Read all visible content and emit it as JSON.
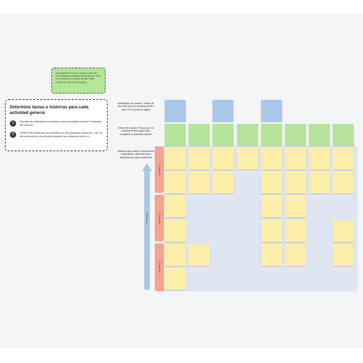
{
  "info_note": {
    "text": "Esta plantilla se usa en conjunto with User Story Mapping, averigüe la principal de cómo y su mejora en el trabajo de sitio Visitar Lucidchart User Story Mapping."
  },
  "instructions": {
    "title": "Determine tareas e historias para cada actividad general",
    "steps": [
      {
        "num": "1",
        "text": "Escriba las actividades centrales y las principales tareas e historias del usuario."
      },
      {
        "num": "2",
        "text": "Ordene las historias por prioridad en las próximas versiones. Use la herramienta de pluma para separar las versiones entre sí."
      }
    ]
  },
  "row_labels": {
    "activities": "Actividades del usuario: Tareas de alto nivel que los usuarios pueden hacer en el producto digital",
    "tasks": "Tareas del usuario: Pasos que los usuarios deben seguir para completar la actividad anterior",
    "stories": "Historias del usuario: Interacciones específicas y discretas para completar los pasos anteriores"
  },
  "releases": [
    "Versión 1",
    "Versión 2",
    "Versión 3"
  ],
  "priority_label": "Prioridad",
  "colors": {
    "activity": "#a9c8ea",
    "task": "#b5e59a",
    "story": "#fdefa8",
    "release": "#f4a58e",
    "board": "#dfe6f1"
  },
  "grid": {
    "activity_columns": [
      1,
      3,
      5
    ],
    "task_columns": [
      1,
      2,
      3,
      4,
      5,
      6,
      7,
      8
    ],
    "story_cells": [
      [
        1,
        1
      ],
      [
        2,
        1
      ],
      [
        3,
        1
      ],
      [
        4,
        1
      ],
      [
        5,
        1
      ],
      [
        6,
        1
      ],
      [
        7,
        1
      ],
      [
        8,
        1
      ],
      [
        1,
        2
      ],
      [
        2,
        2
      ],
      [
        3,
        2
      ],
      [
        5,
        2
      ],
      [
        6,
        2
      ],
      [
        7,
        2
      ],
      [
        8,
        2
      ],
      [
        1,
        3
      ],
      [
        5,
        3
      ],
      [
        6,
        3
      ],
      [
        1,
        4
      ],
      [
        5,
        4
      ],
      [
        6,
        4
      ],
      [
        8,
        4
      ],
      [
        1,
        5
      ],
      [
        2,
        5
      ],
      [
        5,
        5
      ],
      [
        6,
        5
      ],
      [
        8,
        5
      ],
      [
        1,
        6
      ]
    ]
  }
}
